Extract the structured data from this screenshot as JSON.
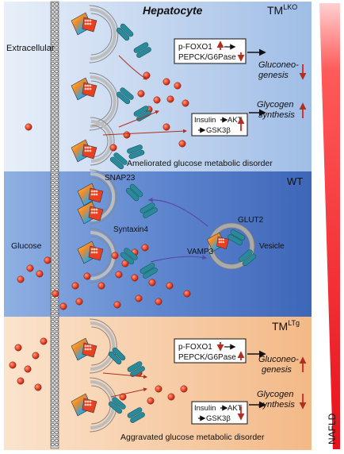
{
  "title": "Hepatocyte",
  "panels": [
    {
      "id": "tm_lko",
      "label_main": "TM",
      "label_sup": "LKO",
      "caption": "Ameliorated glucose metabolic disorder",
      "region_label": "Extracellular",
      "box1": {
        "line1": "p-FOXO1",
        "line2": "PEPCK/G6Pase",
        "dir1": "up",
        "dir2": "down"
      },
      "outcome1": {
        "line1": "Gluconeo-",
        "line2": "genesis",
        "dir": "down"
      },
      "box2": {
        "line1": "Insulin",
        "line1b": "AKT",
        "line2": "GSK3β",
        "dir": "up"
      },
      "outcome2": {
        "line1": "Glycogen",
        "line2": "synthesis",
        "dir": "up"
      }
    },
    {
      "id": "wt",
      "label_main": "WT",
      "labels": {
        "snap23": "SNAP23",
        "syntaxin4": "Syntaxin4",
        "glucose": "Glucose",
        "vamp3": "VAMP3",
        "glut2": "GLUT2",
        "vesicle": "Vesicle"
      }
    },
    {
      "id": "tm_ltg",
      "label_main": "TM",
      "label_sup": "LTg",
      "caption": "Aggravated glucose metabolic disorder",
      "box1": {
        "line1": "p-FOXO1",
        "line2": "PEPCK/G6Pase",
        "dir1": "down",
        "dir2": "up"
      },
      "outcome1": {
        "line1": "Gluconeo-",
        "line2": "genesis",
        "dir": "up"
      },
      "box2": {
        "line1": "Insulin",
        "line1b": "AKT",
        "line2": "GSK3β",
        "dir": "down"
      },
      "outcome2": {
        "line1": "Glycogen",
        "line2": "synthesis",
        "dir": "down"
      }
    }
  ],
  "side_label": "NAFLD",
  "colors": {
    "top_panel": "#b9d0ec",
    "mid_panel": "#4f78c6",
    "bottom_panel": "#f6c79b",
    "arrow_red": "#e02020",
    "glucose": "#e8442a",
    "glut": "#2a8a9a",
    "triangle": "#e8101a"
  }
}
